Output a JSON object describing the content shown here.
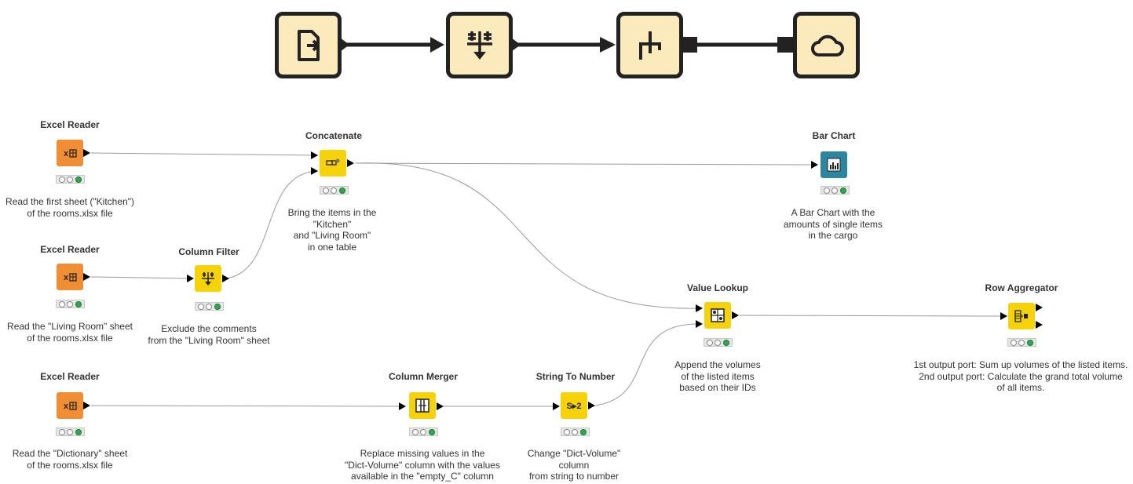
{
  "hero_icons": [
    "file-input-icon",
    "column-filter-icon",
    "branch-icon",
    "cloud-icon"
  ],
  "nodes": [
    {
      "id": "excel1",
      "title": "Excel Reader",
      "icon": "excel-icon",
      "color": "#f08e36",
      "desc": [
        "Read the first sheet (\"Kitchen\")",
        "of the rooms.xlsx file"
      ]
    },
    {
      "id": "excel2",
      "title": "Excel Reader",
      "icon": "excel-icon",
      "color": "#f08e36",
      "desc": [
        "Read the \"Living Room\" sheet",
        "of the rooms.xlsx file"
      ]
    },
    {
      "id": "excel3",
      "title": "Excel Reader",
      "icon": "excel-icon",
      "color": "#f08e36",
      "desc": [
        "Read the \"Dictionary\" sheet",
        "of the rooms.xlsx file"
      ]
    },
    {
      "id": "colfilter",
      "title": "Column Filter",
      "icon": "column-filter-icon",
      "color": "#f6d20b",
      "desc": [
        "Exclude the comments",
        "from the \"Living Room\" sheet"
      ]
    },
    {
      "id": "concat",
      "title": "Concatenate",
      "icon": "concatenate-icon",
      "color": "#f6d20b",
      "desc": [
        "Bring the items in the",
        "\"Kitchen\"",
        "and \"Living Room\"",
        "in one table"
      ]
    },
    {
      "id": "barchart",
      "title": "Bar Chart",
      "icon": "bar-chart-icon",
      "color": "#2d86a0",
      "desc": [
        "A Bar Chart with the",
        "amounts of single items",
        "in the cargo"
      ]
    },
    {
      "id": "lookup",
      "title": "Value Lookup",
      "icon": "value-lookup-icon",
      "color": "#f6d20b",
      "desc": [
        "Append the volumes",
        "of the listed items",
        "based on their IDs"
      ]
    },
    {
      "id": "rowagg",
      "title": "Row Aggregator",
      "icon": "row-aggregator-icon",
      "color": "#f6d20b",
      "desc": [
        "1st output port: Sum up volumes of the listed items.",
        "2nd output port: Calculate the grand total volume",
        "of all items."
      ]
    },
    {
      "id": "colmerger",
      "title": "Column Merger",
      "icon": "column-merger-icon",
      "color": "#f6d20b",
      "desc": [
        "Replace missing values in the",
        "\"Dict-Volume\" column with the values",
        "available in the \"empty_C\" column"
      ]
    },
    {
      "id": "str2num",
      "title": "String To Number",
      "icon": "string-to-number-icon",
      "color": "#f6d20b",
      "icon_text": "S▸2",
      "desc": [
        "Change \"Dict-Volume\"",
        "column",
        "from string to number"
      ]
    }
  ]
}
